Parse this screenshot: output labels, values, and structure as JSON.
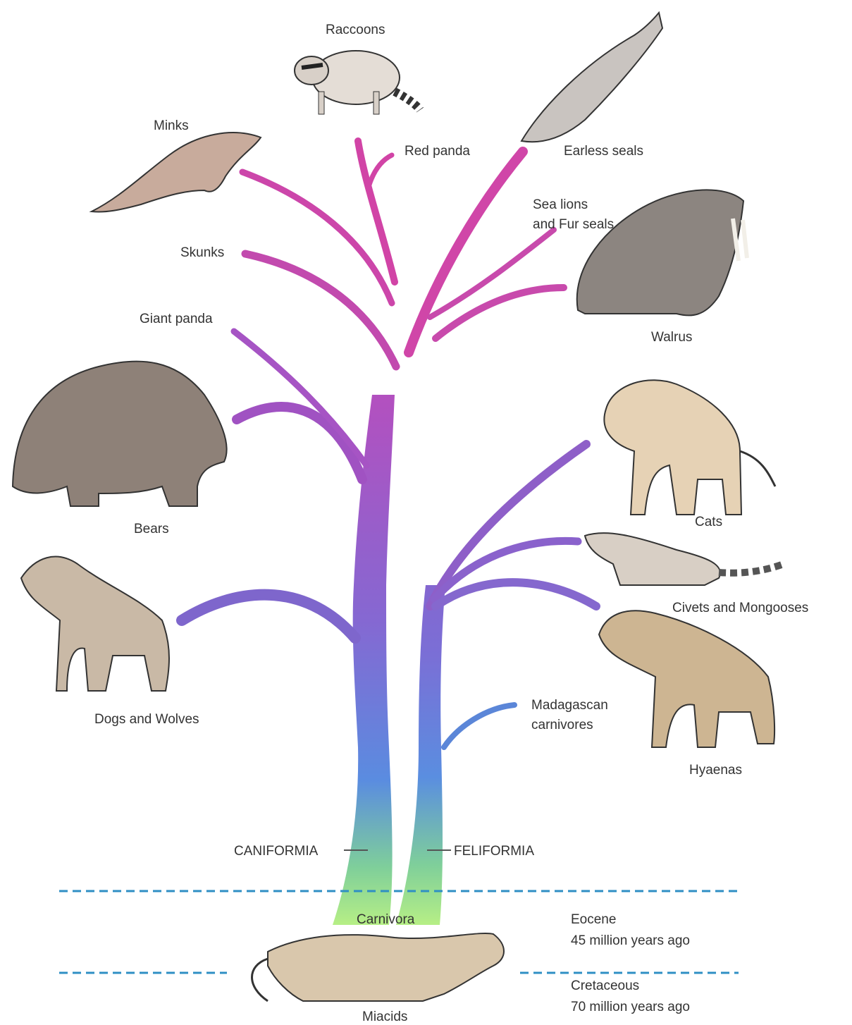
{
  "labels": {
    "raccoons": "Raccoons",
    "red_panda": "Red panda",
    "earless_seals": "Earless seals",
    "minks": "Minks",
    "sea_lions_1": "Sea lions",
    "sea_lions_2": "and Fur seals",
    "skunks": "Skunks",
    "giant_panda": "Giant panda",
    "walrus": "Walrus",
    "bears": "Bears",
    "cats": "Cats",
    "civets": "Civets and Mongooses",
    "dogs": "Dogs and Wolves",
    "madagascan_1": "Madagascan",
    "madagascan_2": "carnivores",
    "hyaenas": "Hyaenas",
    "caniformia": "CANIFORMIA",
    "feliformia": "FELIFORMIA",
    "carnivora": "Carnivora",
    "miacids": "Miacids"
  },
  "epochs": {
    "eocene_name": "Eocene",
    "eocene_age": "45 million years ago",
    "cretaceous_name": "Cretaceous",
    "cretaceous_age": "70 million years ago"
  },
  "colors": {
    "branch_top": "#cf4aa8",
    "branch_mid": "#8f5fc8",
    "trunk_blue": "#5b86d8",
    "trunk_green": "#8fe07a",
    "dashed_line": "#2f8fc4",
    "animal_fill": "#b5a89a"
  }
}
